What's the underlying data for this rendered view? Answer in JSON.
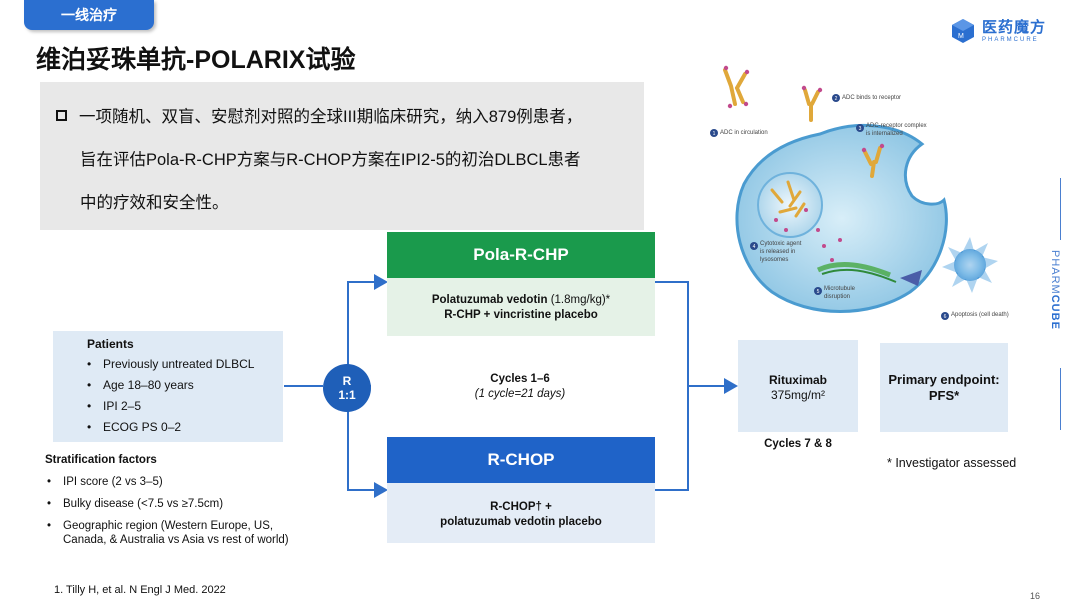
{
  "tab": {
    "label": "一线治疗"
  },
  "page_title": "维泊妥珠单抗-POLARIX试验",
  "logo": {
    "cn": "医药魔方",
    "en": "PHARMCURE"
  },
  "intro": {
    "line1": "一项随机、双盲、安慰剂对照的全球III期临床研究，纳入879例患者，",
    "line2": "旨在评估Pola-R-CHP方案与R-CHOP方案在IPI2-5的初治DLBCL患者",
    "line3": "中的疗效和安全性。"
  },
  "patients": {
    "heading": "Patients",
    "items": [
      "Previously untreated DLBCL",
      "Age 18–80 years",
      "IPI 2–5",
      "ECOG PS 0–2"
    ]
  },
  "stratification": {
    "heading": "Stratification factors",
    "items": [
      "IPI score (2 vs 3–5)",
      "Bulky disease (<7.5 vs ≥7.5cm)",
      "Geographic region (Western Europe, US, Canada, & Australia vs Asia vs rest of world)"
    ]
  },
  "randomization": {
    "line1": "R",
    "line2": "1:1"
  },
  "arm_pola": {
    "header": "Pola-R-CHP",
    "drug": "Polatuzumab vedotin",
    "dose": "(1.8mg/kg)*",
    "line2": "R-CHP + vincristine placebo"
  },
  "arm_rchop": {
    "header": "R-CHOP",
    "line1": "R-CHOP† +",
    "line2": "polatuzumab vedotin placebo"
  },
  "cycles": {
    "line1": "Cycles 1–6",
    "line2": "(1 cycle=21 days)"
  },
  "rituximab": {
    "name": "Rituximab",
    "dose": "375mg/m²",
    "cycles": "Cycles 7 & 8"
  },
  "primary": {
    "line1": "Primary endpoint:",
    "line2": "PFS*"
  },
  "footnote": "* Investigator assessed",
  "reference": "1. Tilly H, et al. N Engl J Med. 2022",
  "page_number": "16",
  "side_brand": {
    "pharm": "PHARM",
    "cube": "CUBE"
  },
  "mechanism": {
    "step1": "ADC in circulation",
    "step2": "ADC binds to receptor",
    "step3a": "ADC-receptor complex",
    "step3b": "is internalized",
    "step4a": "Cytotoxic agent",
    "step4b": "is released in",
    "step4c": "lysosomes",
    "step5a": "Microtubule",
    "step5b": "disruption",
    "step6": "Apoptosis (cell death)"
  },
  "colors": {
    "accent": "#2b6fd0",
    "pola_green": "#1a9a4c",
    "rchop_blue": "#1f63c8",
    "light_box": "#dfeaf5",
    "arrow": "#2f6fc9"
  }
}
